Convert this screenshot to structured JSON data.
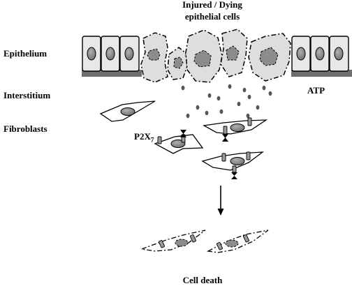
{
  "labels": {
    "injured_title_line1": "Injured / Dying",
    "injured_title_line2": "epithelial cells",
    "epithelium": "Epithelium",
    "interstitium": "Interstitium",
    "fibroblasts": "Fibroblasts",
    "atp": "ATP",
    "p2x_main": "P2X",
    "p2x_sub": "7",
    "cell_death": "Cell death"
  },
  "colors": {
    "cell_fill": "#e6e6e6",
    "nucleus_fill": "#8c8c8c",
    "basement": "#6e6e6e",
    "damaged_fill": "#dedede",
    "atp_dot": "#555555",
    "receptor": "#999999",
    "stroke": "#000000"
  }
}
